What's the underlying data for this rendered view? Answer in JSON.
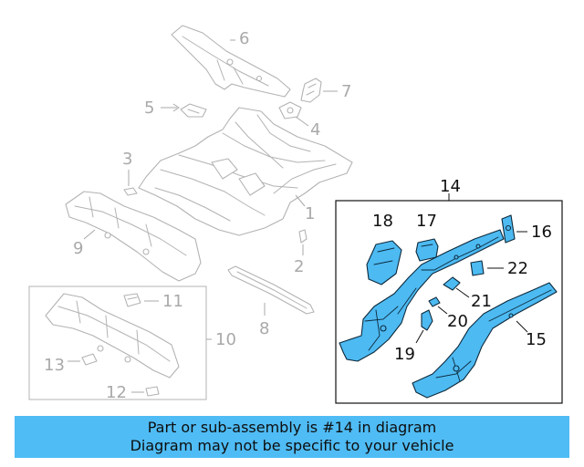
{
  "diagram": {
    "callouts": {
      "c1": "1",
      "c2": "2",
      "c3": "3",
      "c4": "4",
      "c5": "5",
      "c6": "6",
      "c7": "7",
      "c8": "8",
      "c9": "9",
      "c10": "10",
      "c11": "11",
      "c12": "12",
      "c13": "13",
      "c14": "14",
      "c15": "15",
      "c16": "16",
      "c17": "17",
      "c18": "18",
      "c19": "19",
      "c20": "20",
      "c21": "21",
      "c22": "22"
    },
    "colors": {
      "highlight_fill": "#4dbaf2",
      "highlight_outline": "#0d2a3d",
      "ghost_outline": "#b3b3b3",
      "ghost_label": "#a9a9a9",
      "active_label": "#111111"
    }
  },
  "banner": {
    "line1": "Part or sub-assembly is #14 in diagram",
    "line2": "Diagram may not be specific to your vehicle",
    "background": "#4fbcf5"
  }
}
